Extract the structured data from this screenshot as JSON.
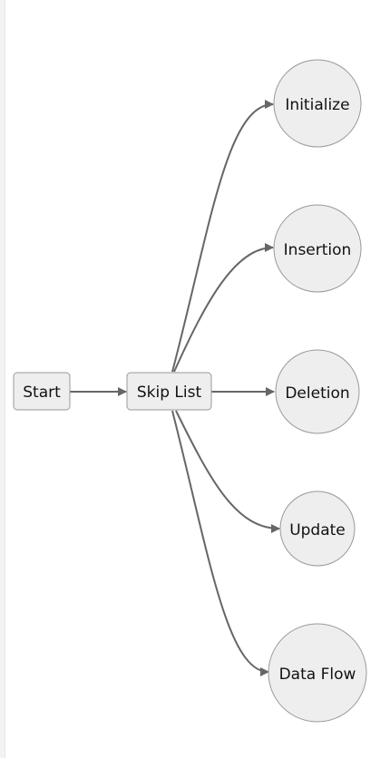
{
  "diagram": {
    "colors": {
      "node_fill": "#eeeeee",
      "node_stroke": "#999999",
      "edge": "#666666",
      "text": "#111111",
      "background": "#ffffff"
    },
    "nodes": {
      "start": {
        "label": "Start",
        "shape": "rounded-rect"
      },
      "skip_list": {
        "label": "Skip List",
        "shape": "rounded-rect"
      },
      "initialize": {
        "label": "Initialize",
        "shape": "circle"
      },
      "insertion": {
        "label": "Insertion",
        "shape": "circle"
      },
      "deletion": {
        "label": "Deletion",
        "shape": "circle"
      },
      "update": {
        "label": "Update",
        "shape": "circle"
      },
      "data_flow": {
        "label": "Data Flow",
        "shape": "circle"
      }
    },
    "edges": [
      {
        "from": "start",
        "to": "skip_list"
      },
      {
        "from": "skip_list",
        "to": "initialize"
      },
      {
        "from": "skip_list",
        "to": "insertion"
      },
      {
        "from": "skip_list",
        "to": "deletion"
      },
      {
        "from": "skip_list",
        "to": "update"
      },
      {
        "from": "skip_list",
        "to": "data_flow"
      }
    ]
  }
}
